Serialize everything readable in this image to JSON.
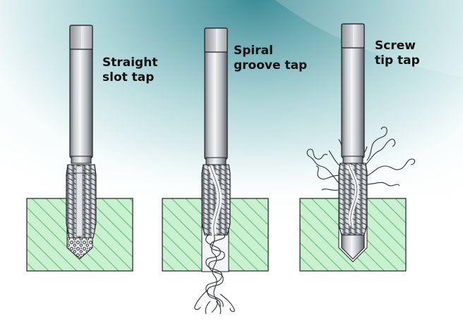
{
  "taps": [
    {
      "id": "straight",
      "label_line1": "Straight",
      "label_line2": "slot tap"
    },
    {
      "id": "spiral",
      "label_line1": "Spiral",
      "label_line2": "groove tap"
    },
    {
      "id": "screw",
      "label_line1": "Screw",
      "label_line2": "tip tap"
    }
  ],
  "colors": {
    "workpiece_fill": "#c8f1cf",
    "workpiece_hatch": "#74bb7e",
    "tool_steel_light": "#eef0f2",
    "tool_steel_dark": "#5c6268",
    "outline": "#1f1f1f",
    "background_teal": "#4e9aa2"
  }
}
